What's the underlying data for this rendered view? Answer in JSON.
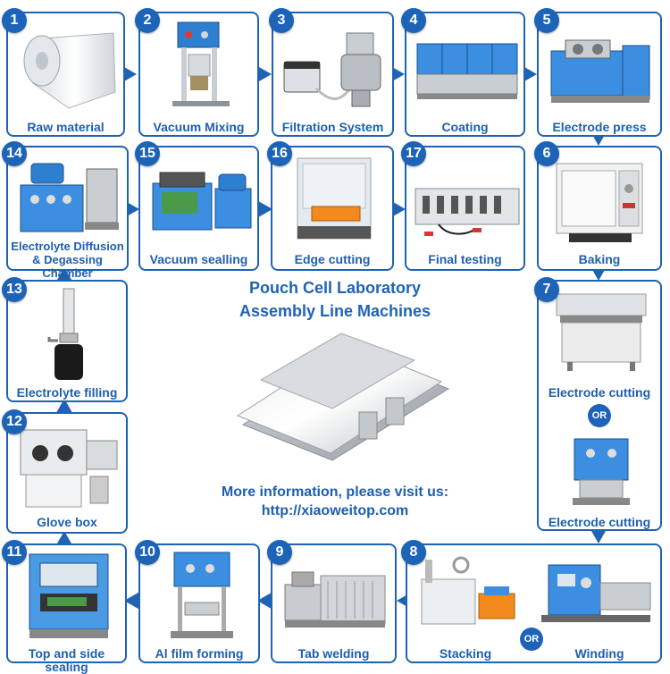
{
  "diagram": {
    "title_line1": "Pouch Cell Laboratory",
    "title_line2": "Assembly Line Machines",
    "info_line1": "More information, please visit us:",
    "info_line2": "http://xiaoweitop.com",
    "or_label": "OR"
  },
  "steps": [
    {
      "num": "1",
      "label": "Raw material"
    },
    {
      "num": "2",
      "label": "Vacuum Mixing"
    },
    {
      "num": "3",
      "label": "Filtration System"
    },
    {
      "num": "4",
      "label": "Coating"
    },
    {
      "num": "5",
      "label": "Electrode press"
    },
    {
      "num": "6",
      "label": "Baking"
    },
    {
      "num": "7",
      "label": "Electrode cutting",
      "label_alt": "Electrode cutting"
    },
    {
      "num": "8",
      "label": "Stacking",
      "label_alt": "Winding"
    },
    {
      "num": "9",
      "label": "Tab welding"
    },
    {
      "num": "10",
      "label": "Al film forming"
    },
    {
      "num": "11",
      "label": "Top and side sealing"
    },
    {
      "num": "12",
      "label": "Glove box"
    },
    {
      "num": "13",
      "label": "Electrolyte filling"
    },
    {
      "num": "14",
      "label_line1": "Electrolyte Diffusion",
      "label_line2": "& Degassing Chamber"
    },
    {
      "num": "15",
      "label": "Vacuum sealling"
    },
    {
      "num": "16",
      "label": "Edge cutting"
    },
    {
      "num": "17",
      "label": "Final testing"
    }
  ]
}
